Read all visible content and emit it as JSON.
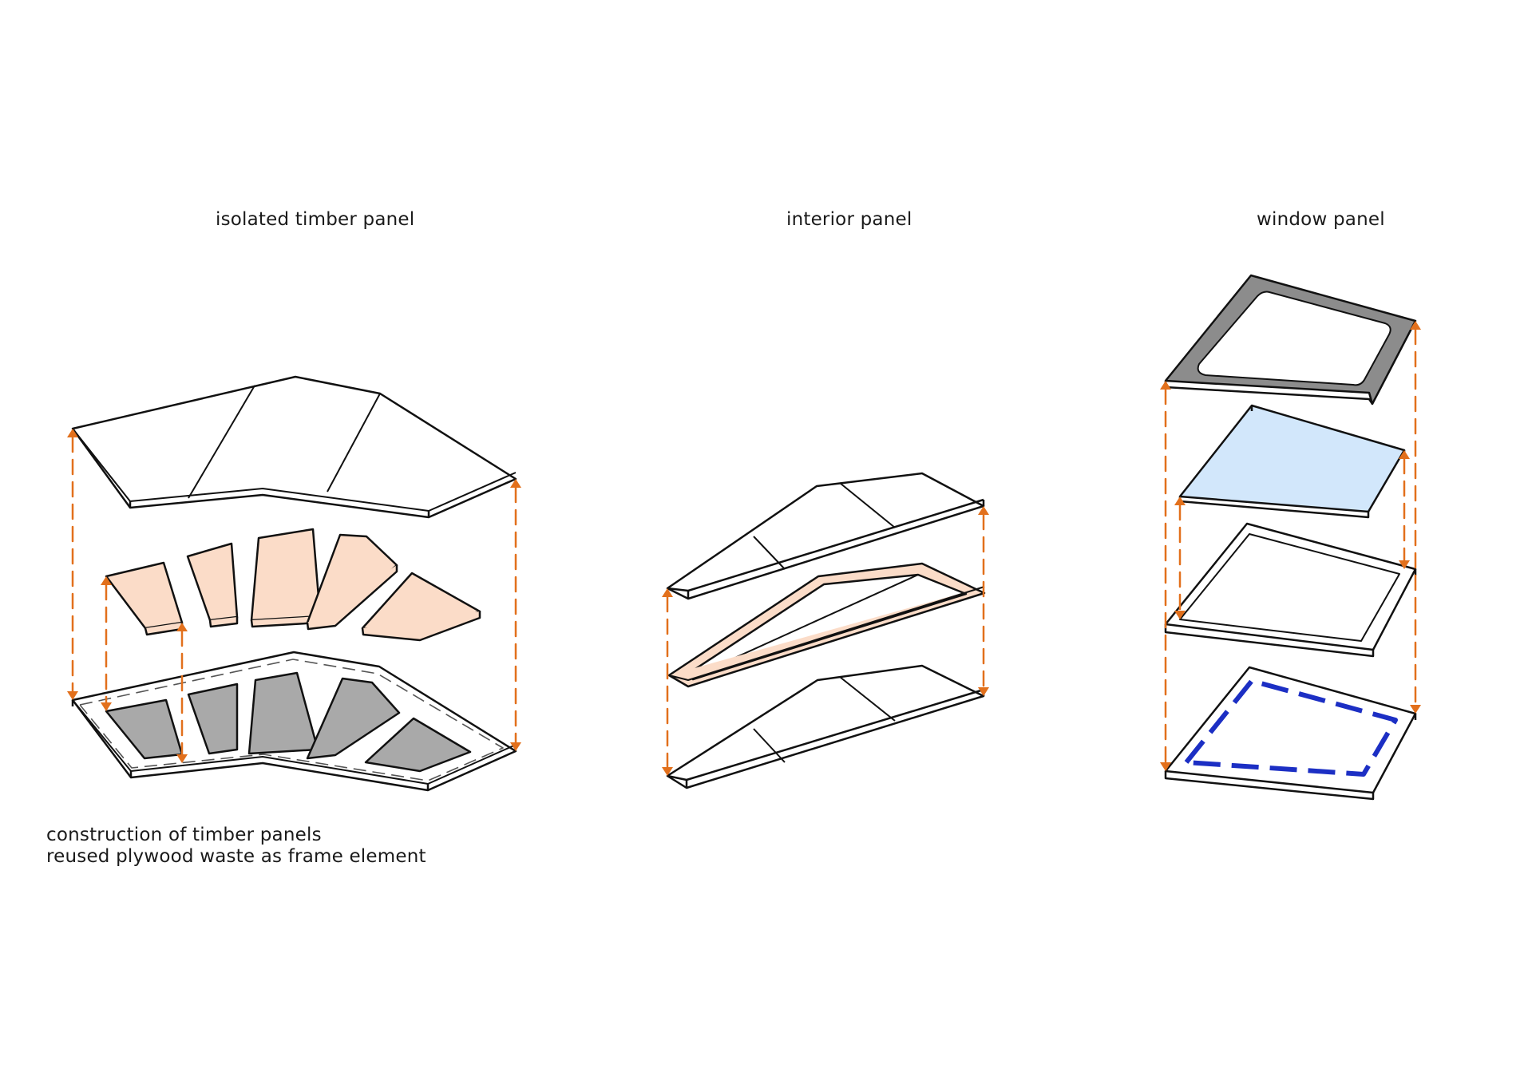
{
  "titles": {
    "left": "isolated timber panel",
    "center": "interior panel",
    "right": "window panel"
  },
  "caption": {
    "line1": "construction of timber panels",
    "line2": "reused plywood waste as frame element"
  },
  "colors": {
    "outline": "#111111",
    "arrow": "#e2701c",
    "plywood": "#fbdcc8",
    "insulation": "#a9a9a9",
    "glass": "#d2e7fb",
    "window_frame": "#8c8c8c",
    "seal": "#1c2fc4"
  }
}
